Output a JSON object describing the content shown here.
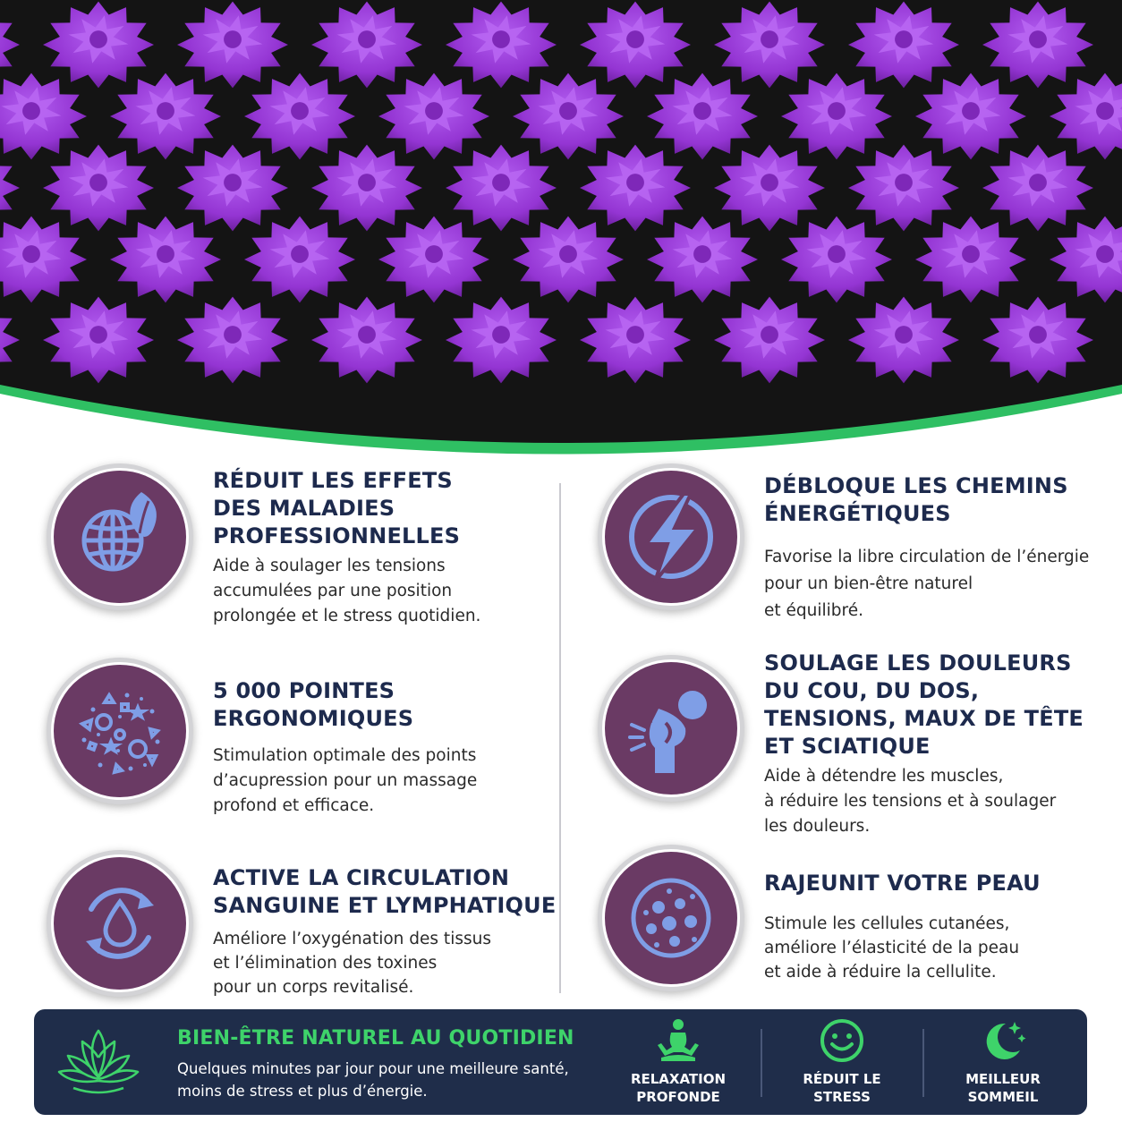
{
  "colors": {
    "title_navy": "#1d2a4d",
    "icon_purple": "#6a3a64",
    "icon_blue": "#7f9ee6",
    "accent_green": "#3ed36a",
    "banner_bg": "#1f2d4a",
    "spike_purple": "#9b3fd6"
  },
  "features": [
    {
      "icon": "globe-leaf-icon",
      "title_lines": [
        "RÉDUIT LES EFFETS",
        "DES MALADIES",
        "PROFESSIONNELLES"
      ],
      "desc_lines": [
        "Aide à soulager les tensions",
        "accumulées par une position",
        "prolongée et le stress quotidien."
      ]
    },
    {
      "icon": "lightning-bolt-icon",
      "title_lines": [
        "DÉBLOQUE LES CHEMINS",
        "ÉNERGÉTIQUES"
      ],
      "desc_lines": [
        "Favorise la libre circulation de l’énergie",
        "pour un bien-être naturel",
        "et équilibré."
      ]
    },
    {
      "icon": "shapes-points-icon",
      "title_lines": [
        "5 000 POINTES",
        "ERGONOMIQUES"
      ],
      "desc_lines": [
        "Stimulation optimale des points",
        "d’acupression pour un massage",
        "profond et efficace."
      ]
    },
    {
      "icon": "back-pain-icon",
      "title_lines": [
        "SOULAGE LES DOULEURS",
        "DU COU, DU DOS,",
        "TENSIONS, MAUX DE TÊTE",
        "ET SCIATIQUE"
      ],
      "desc_lines": [
        "Aide à détendre les muscles,",
        "à réduire les tensions et à soulager",
        "les douleurs."
      ]
    },
    {
      "icon": "circulation-drop-icon",
      "title_lines": [
        "ACTIVE LA CIRCULATION",
        "SANGUINE ET LYMPHATIQUE"
      ],
      "desc_lines": [
        "Améliore l’oxygénation des tissus",
        "et l’élimination des toxines",
        "pour un corps revitalisé."
      ]
    },
    {
      "icon": "skin-cells-icon",
      "title_lines": [
        "RAJEUNIT VOTRE PEAU"
      ],
      "desc_lines": [
        "Stimule les cellules cutanées,",
        "améliore l’élasticité de la peau",
        "et aide à réduire la cellulite."
      ]
    }
  ],
  "banner": {
    "icon": "lotus-icon",
    "title": "BIEN-ÊTRE NATUREL AU QUOTIDIEN",
    "desc_lines": [
      "Quelques minutes par jour pour une meilleure santé,",
      "moins de stress et plus d’énergie."
    ],
    "badges": [
      {
        "icon": "meditation-icon",
        "label": "RELAXATION\nPROFONDE"
      },
      {
        "icon": "smiley-icon",
        "label": "RÉDUIT LE\nSTRESS"
      },
      {
        "icon": "moon-stars-icon",
        "label": "MEILLEUR\nSOMMEIL"
      }
    ]
  }
}
